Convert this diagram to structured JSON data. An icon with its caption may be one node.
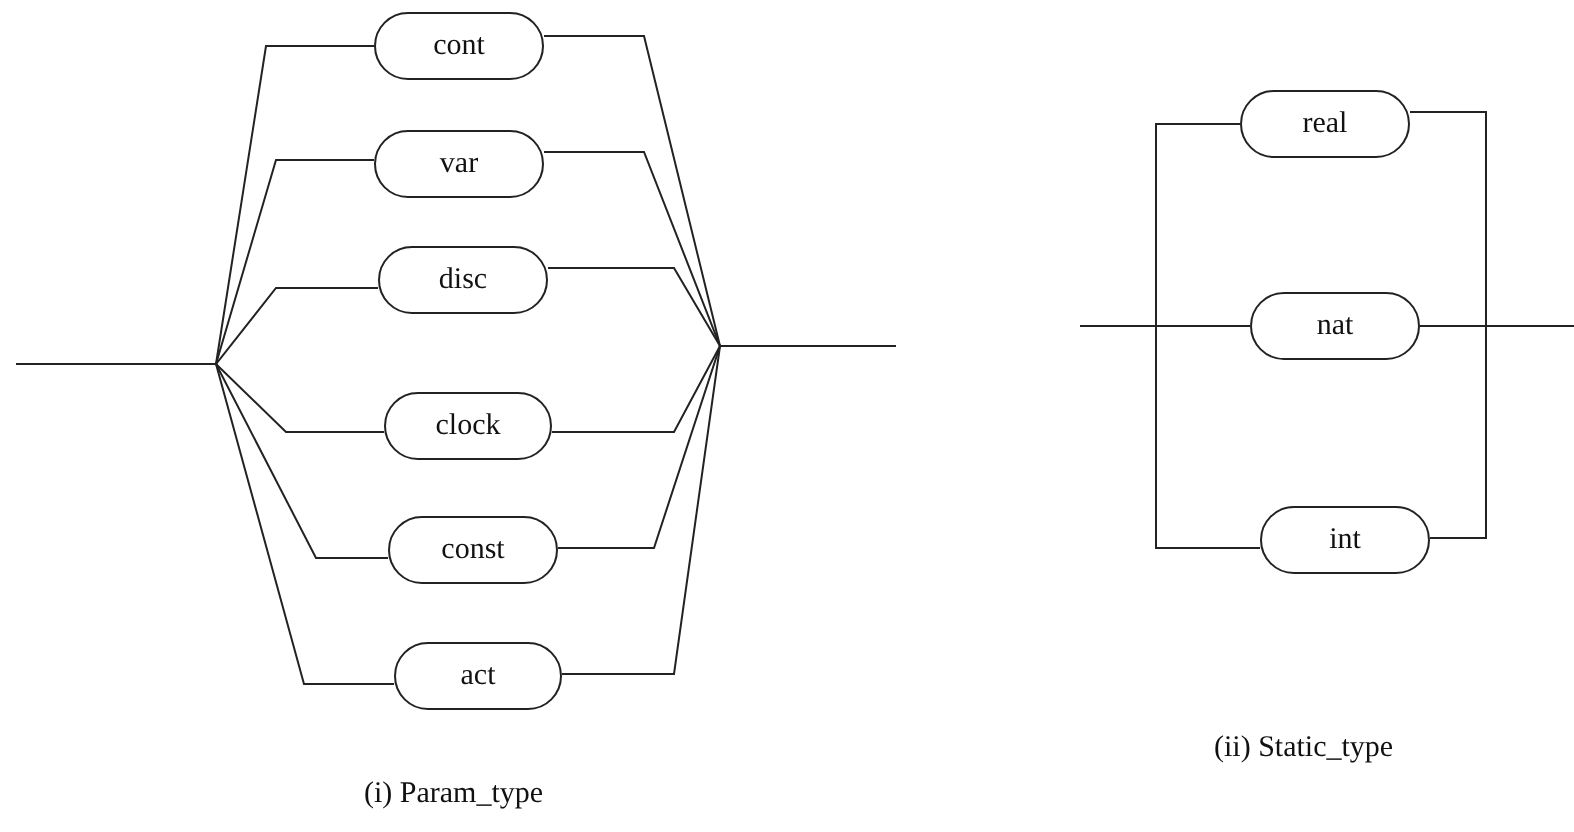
{
  "diagram": {
    "nodes": [
      {
        "text": [
          "cont"
        ]
      },
      {
        "text": [
          "var"
        ]
      },
      {
        "text": [
          "disc"
        ]
      },
      {
        "text": [
          "clock"
        ]
      },
      {
        "text": [
          "const"
        ]
      },
      {
        "text": [
          "act"
        ]
      },
      {
        "text": [
          "real"
        ]
      },
      {
        "text": [
          "nat"
        ]
      },
      {
        "text": [
          "int"
        ]
      }
    ],
    "edges": [
      {
        "from": null,
        "to": 0,
        "arrow": "none"
      },
      {
        "from": null,
        "to": 1,
        "arrow": "none"
      },
      {
        "from": null,
        "to": 2,
        "arrow": "none"
      },
      {
        "from": null,
        "to": 3,
        "arrow": "none"
      },
      {
        "from": null,
        "to": 4,
        "arrow": "none"
      },
      {
        "from": null,
        "to": 5,
        "arrow": "none"
      },
      {
        "from": 0,
        "to": null,
        "arrow": "none"
      },
      {
        "from": 1,
        "to": null,
        "arrow": "none"
      },
      {
        "from": 2,
        "to": null,
        "arrow": "none"
      },
      {
        "from": 3,
        "to": null,
        "arrow": "none"
      },
      {
        "from": 4,
        "to": null,
        "arrow": "none"
      },
      {
        "from": 5,
        "to": null,
        "arrow": "none"
      },
      {
        "from": null,
        "to": 6,
        "arrow": "none"
      },
      {
        "from": null,
        "to": 7,
        "arrow": "none"
      },
      {
        "from": null,
        "to": 8,
        "arrow": "none"
      },
      {
        "from": 6,
        "to": null,
        "arrow": "none"
      },
      {
        "from": 7,
        "to": null,
        "arrow": "none"
      },
      {
        "from": 8,
        "to": null,
        "arrow": "none"
      }
    ],
    "labels": [
      "(ii) Static_type",
      "(i) Param_type"
    ]
  }
}
